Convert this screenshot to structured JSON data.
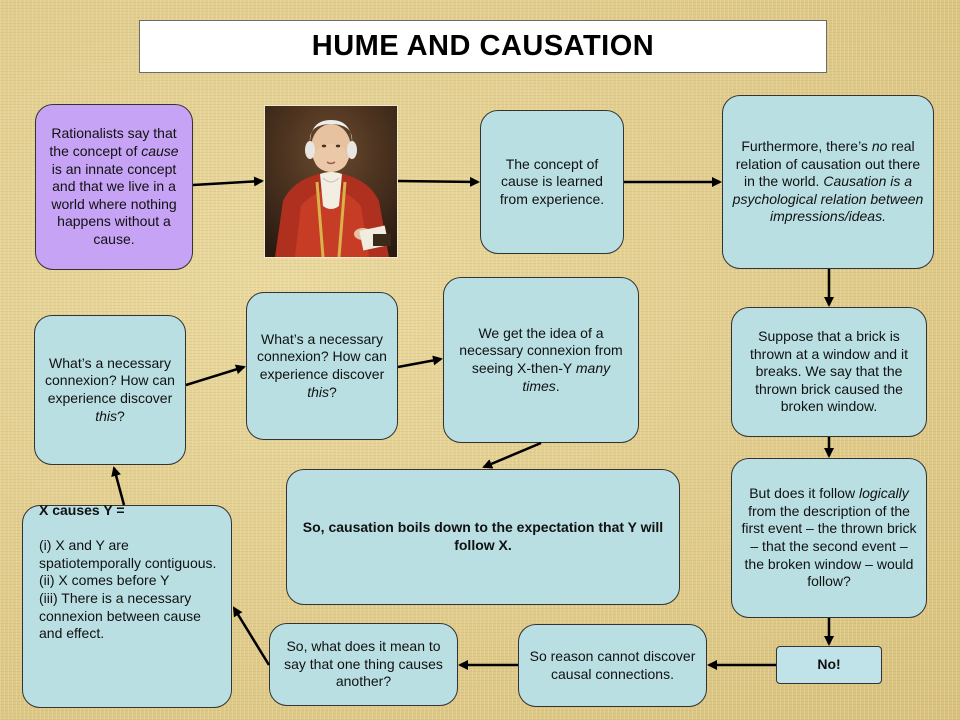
{
  "title": "HUME AND CAUSATION",
  "colors": {
    "box_fill": "#b9dfe3",
    "purple_fill": "#c6a3f4",
    "background": "#e4d39a",
    "arrow": "#000000"
  },
  "portrait": {
    "icon": "portrait-painting-icon"
  },
  "boxes": {
    "rationalists": "Rationalists say that the concept of |cause| is an innate concept and that we live in a world where nothing happens without a cause.",
    "learned": "The concept of cause is learned from experience.",
    "furthermore": "Furthermore, there’s |no| real relation of causation out there in the world. |Causation is a psychological relation between impressions/ideas.|",
    "necessary_left": "What’s a necessary connexion? How can experience discover |this|?",
    "necessary_mid": "What’s a necessary connexion? How can experience discover |this|?",
    "idea": "We get the idea of a necessary connexion from seeing X-then-Y |many times|.",
    "brick": "Suppose that a brick is thrown at a window and it breaks. We say that the thrown brick caused the broken window.",
    "follow": "But does it follow |logically| from the description of the first event – the thrown brick – that the second event – the broken window – would follow?",
    "boils": "So, causation boils down to the expectation that Y will follow X.",
    "xcauses_heading": "X causes Y =",
    "xcauses_lines": [
      "(i)  X and Y are spatiotemporally contiguous.",
      "(ii)  X comes before Y",
      "(iii) There is a necessary connexion between cause and effect."
    ],
    "mean": "So, what does it mean to say that one thing causes another?",
    "reason": "So reason cannot discover causal connections.",
    "no": "No!"
  }
}
